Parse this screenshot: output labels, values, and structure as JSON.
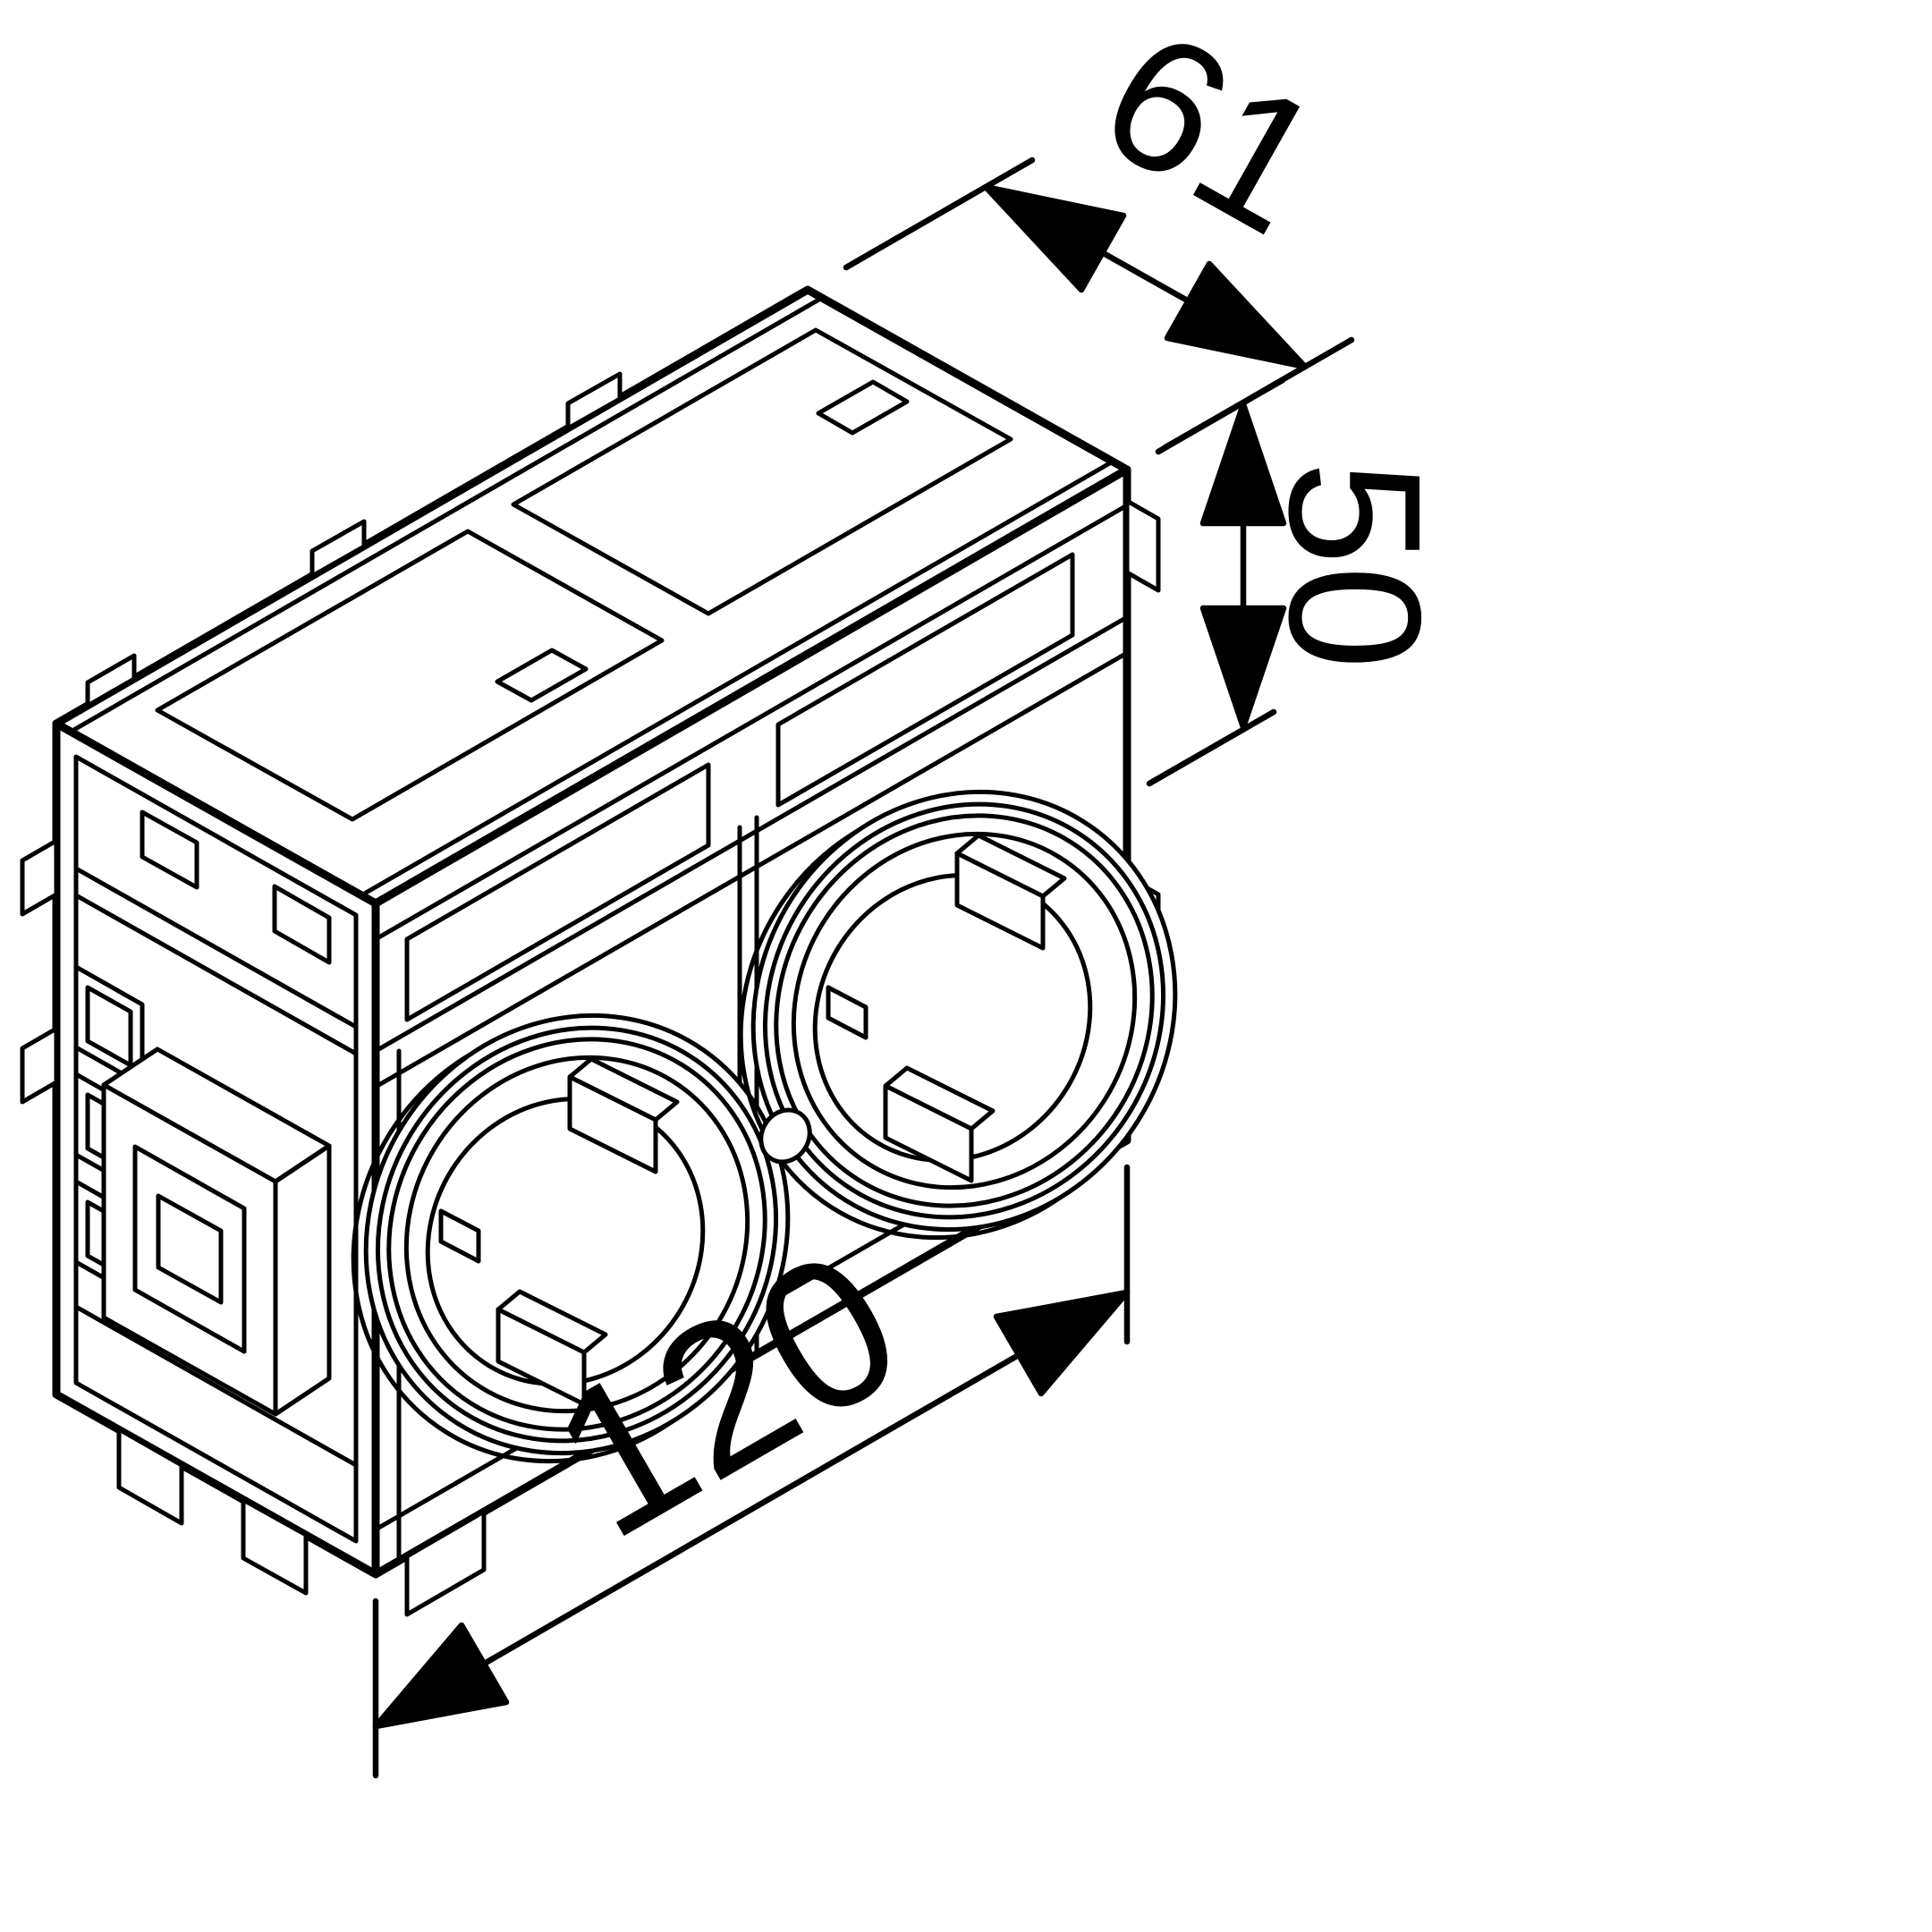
{
  "page": {
    "background": "#ffffff"
  },
  "drawing": {
    "kind": "isometric-technical-line-drawing",
    "subject": "double-socket-outlet-module",
    "line_color": "#000000",
    "dimensions": {
      "depth": {
        "value": "61"
      },
      "height": {
        "value": "50"
      },
      "length": {
        "value": "120"
      }
    }
  }
}
